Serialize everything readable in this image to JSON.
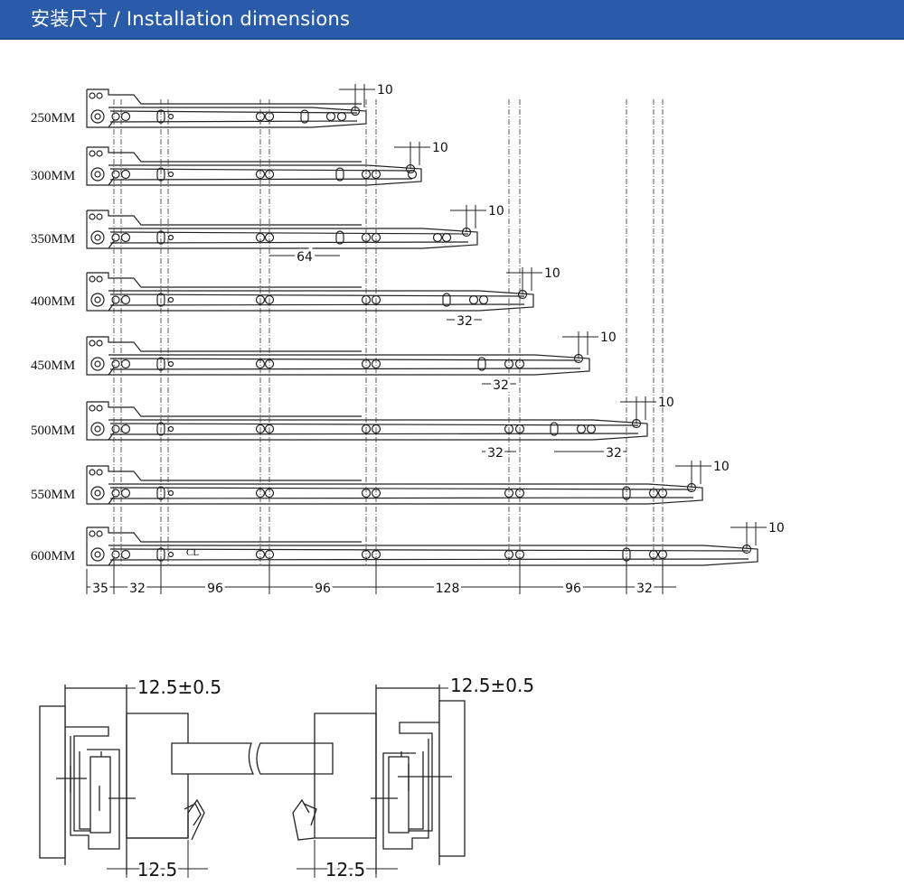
{
  "header": {
    "title": "安装尺寸 / Installation dimensions"
  },
  "rails": [
    {
      "label": "250MM",
      "end": 405,
      "dim": "10"
    },
    {
      "label": "300MM",
      "end": 466,
      "dim": "10"
    },
    {
      "label": "350MM",
      "end": 528,
      "dim": "10"
    },
    {
      "label": "400MM",
      "end": 590,
      "dim": "10"
    },
    {
      "label": "450MM",
      "end": 652,
      "dim": "10"
    },
    {
      "label": "500MM",
      "end": 716,
      "dim": "10"
    },
    {
      "label": "550MM",
      "end": 777,
      "dim": "10"
    },
    {
      "label": "600MM",
      "end": 838,
      "dim": "10"
    }
  ],
  "mid_dims": {
    "d64": "64",
    "d32a": "32",
    "d32b": "32",
    "d32c": "32",
    "d32d": "32"
  },
  "cl_label": "CL",
  "bottom_dims": [
    "35",
    "32",
    "96",
    "96",
    "128",
    "96",
    "32"
  ],
  "cross_section": {
    "left_top": "12.5±0.5",
    "right_top": "12.5±0.5",
    "left_bottom": "12.5",
    "right_bottom": "12.5"
  },
  "colors": {
    "header_bg": "#2a5ba8",
    "line": "#222222"
  }
}
